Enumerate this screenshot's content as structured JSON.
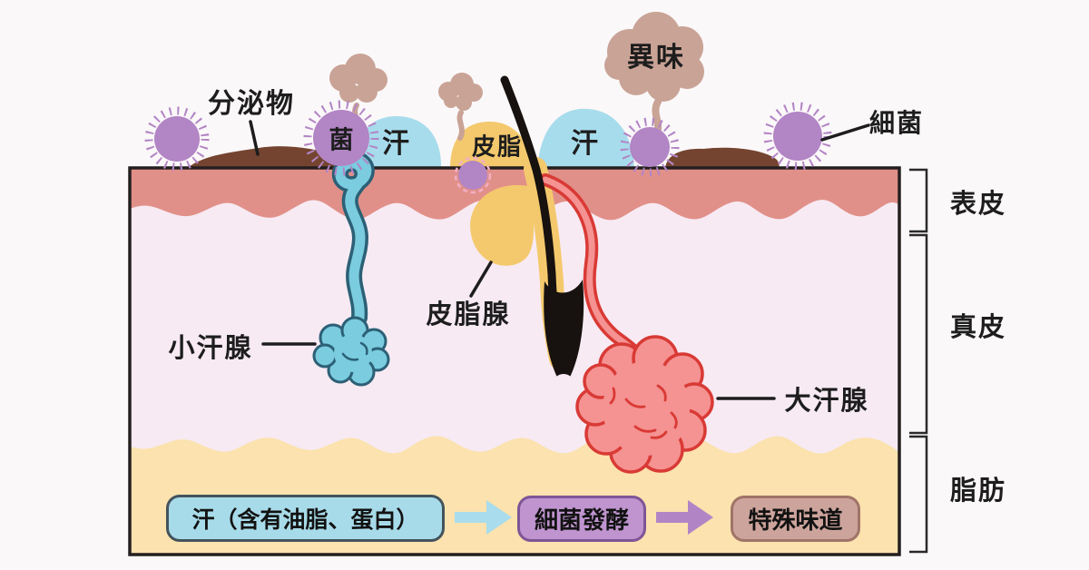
{
  "diagram": {
    "surface_labels": {
      "secretion": "分泌物",
      "bacteria_char": "菌",
      "sweat_left": "汗",
      "sebum": "皮脂",
      "sweat_right": "汗",
      "odor": "異味",
      "bacteria": "細菌"
    },
    "skin_layers": [
      {
        "label": "表皮"
      },
      {
        "label": "真皮"
      },
      {
        "label": "脂肪"
      }
    ],
    "glands": {
      "eccrine": "小汗腺",
      "sebaceous": "皮脂腺",
      "apocrine": "大汗腺"
    },
    "flow": {
      "steps": [
        {
          "label": "汗（含有油脂、蛋白）"
        },
        {
          "label": "細菌發酵"
        },
        {
          "label": "特殊味道"
        }
      ]
    }
  },
  "colors": {
    "background": "#fbf8f9",
    "outline": "#241f1f",
    "epidermis": "#e19089",
    "dermis": "#f7eaf3",
    "fat": "#fbe2ae",
    "secretion": "#744430",
    "sweat_drop": "#a7dcec",
    "sebum_drop": "#f4c96d",
    "odor_cloud": "#c9a396",
    "bacteria_body": "#b285c5",
    "bacteria_dashed_ring": "#f2aec6",
    "eccrine_fill": "#7accde",
    "eccrine_outline": "#2c6076",
    "apocrine_fill": "#f59292",
    "apocrine_outline": "#d93a35",
    "hair": "#17120f",
    "label_text": "#1d1d1d",
    "flow_sweat_bg": "#a8dbe9",
    "flow_sweat_border": "#44535c",
    "flow_ferment_bg": "#bf94cf",
    "flow_ferment_border": "#7e5596",
    "flow_odor_bg": "#cda49c",
    "flow_odor_border": "#a07468",
    "arrow_blue": "#a9dcec",
    "arrow_purple": "#b185c5",
    "bracket": "#2a2a2a"
  }
}
